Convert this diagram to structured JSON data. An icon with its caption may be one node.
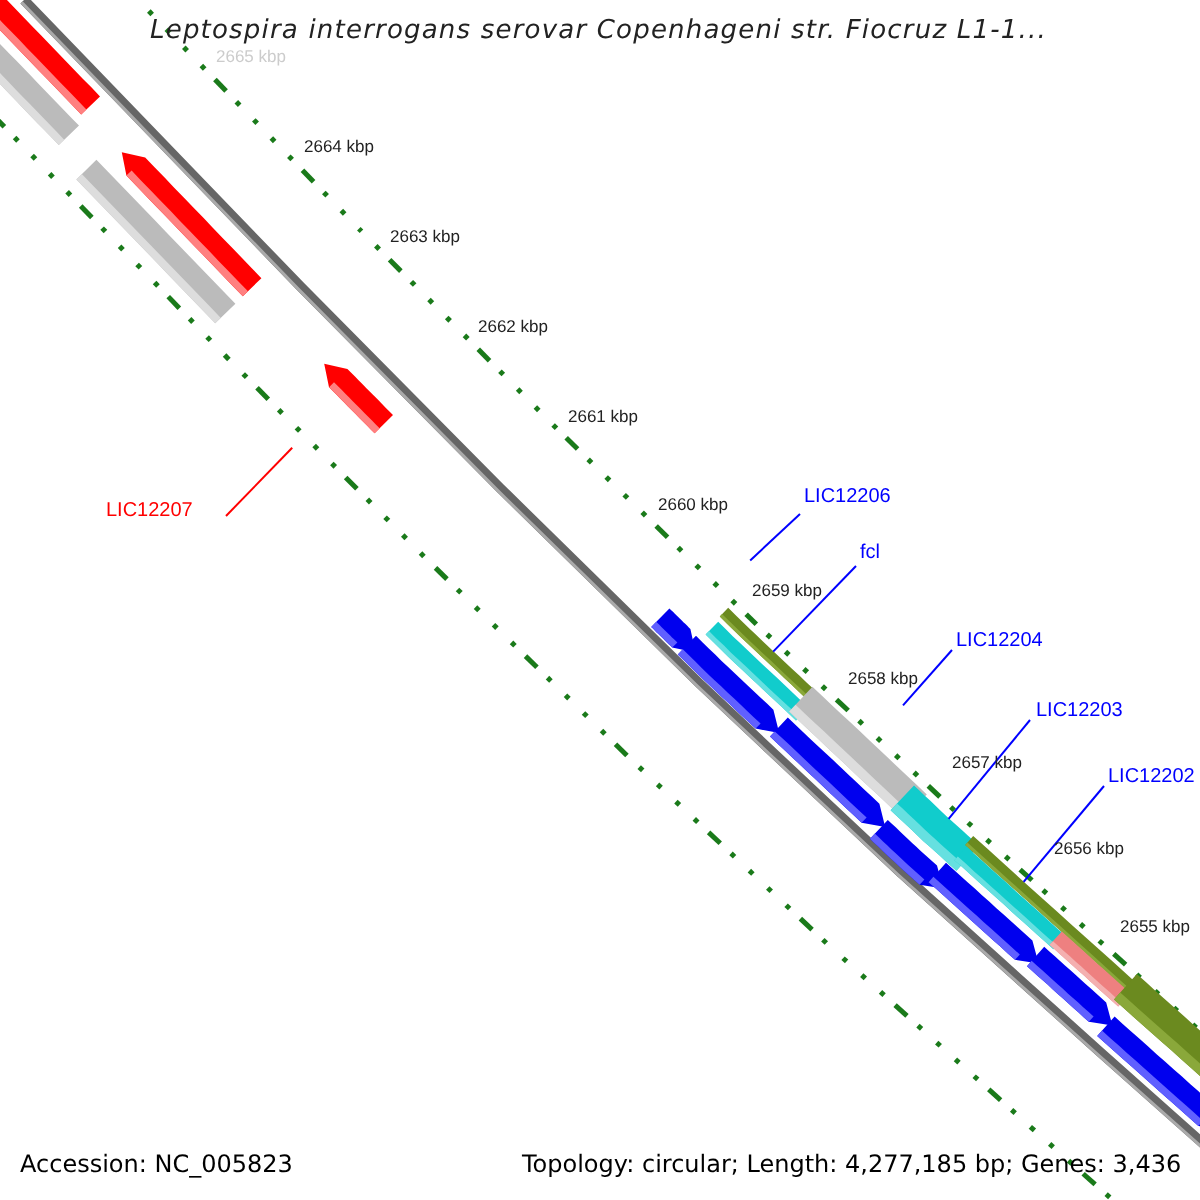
{
  "diagram": {
    "title": "Leptospira interrogans serovar Copenhageni str. Fiocruz L1-1...",
    "nodes": [
      {
        "text": [
          "LIC12207"
        ]
      },
      {
        "text": [
          "LIC12206"
        ]
      },
      {
        "text": [
          "fcl"
        ]
      },
      {
        "text": [
          "LIC12204"
        ]
      },
      {
        "text": [
          "LIC12203"
        ]
      },
      {
        "text": [
          "LIC12202"
        ]
      },
      {
        "text": [],
        "shape": "bar"
      },
      {
        "text": [],
        "shape": "bar"
      },
      {
        "text": [],
        "shape": "bar"
      }
    ],
    "edges": [
      {
        "from": 0,
        "to": null,
        "arrow": "none",
        "color": "#ff0000"
      },
      {
        "from": 1,
        "to": null,
        "arrow": "none"
      },
      {
        "from": 2,
        "to": 6,
        "arrow": "none"
      },
      {
        "from": 3,
        "to": null,
        "arrow": "none"
      },
      {
        "from": 4,
        "to": 7,
        "arrow": "none"
      },
      {
        "from": 5,
        "to": 8,
        "arrow": "none"
      }
    ],
    "labels": [
      "2665 kbp",
      "2664 kbp",
      "2663 kbp",
      "2662 kbp",
      "2661 kbp",
      "2660 kbp",
      "2659 kbp",
      "2658 kbp",
      "2657 kbp",
      "2656 kbp",
      "2655 kbp",
      "Accession: NC_005823",
      "Topology: circular; Length: 4,277,185 bp; Genes: 3,436"
    ]
  }
}
